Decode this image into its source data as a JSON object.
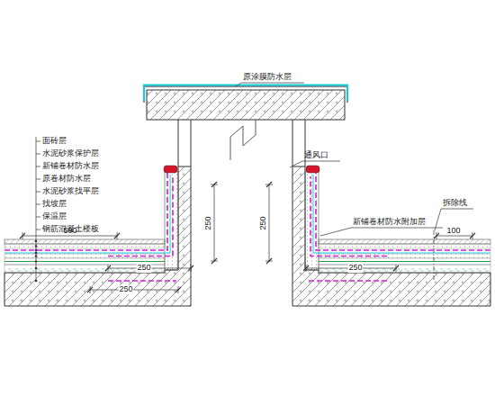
{
  "diagram": {
    "labels": [
      "原涂膜防水层",
      "通风口",
      "面砖层",
      "水泥砂浆保护层",
      "新铺卷材防水层",
      "原卷材防水层",
      "水泥砂浆找平层",
      "找坡层",
      "保温层",
      "钢筋混凝土楼板",
      "500",
      "250",
      "250",
      "250",
      "250",
      "新铺卷材防水附加层",
      "250",
      "拆除线",
      "100"
    ]
  }
}
